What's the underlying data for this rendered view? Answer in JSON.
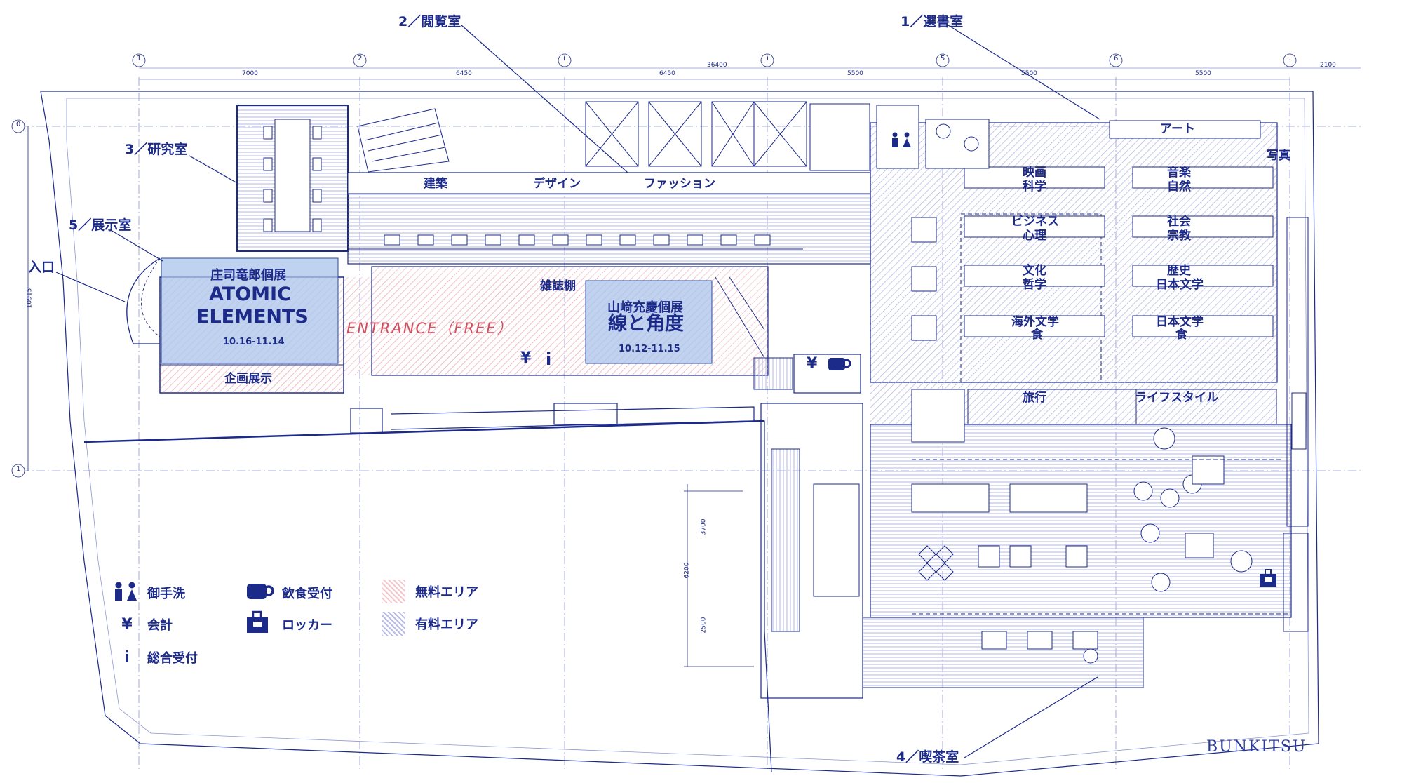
{
  "rooms": {
    "r1": "1／選書室",
    "r2": "2／閲覧室",
    "r3": "3／研究室",
    "r4": "4／喫茶室",
    "r5": "5／展示室",
    "entrance": "入口"
  },
  "shelves": {
    "kenchiku": "建築",
    "design": "デザイン",
    "fashion": "ファッション",
    "art": "アート",
    "photo": "写真",
    "eiga": "映画",
    "kagaku": "科学",
    "ongaku": "音楽",
    "shizen": "自然",
    "business": "ビジネス",
    "shinri": "心理",
    "shakai": "社会",
    "shukyo": "宗教",
    "bunka": "文化",
    "tetsugaku": "哲学",
    "rekishi": "歴史",
    "nihon_bungaku_1": "日本文学",
    "kaigai": "海外文学",
    "shoku_1": "食",
    "nihon_bungaku_2": "日本文学",
    "shoku_2": "食",
    "ryoko": "旅行",
    "lifestyle": "ライフスタイル",
    "zasshi": "雑誌棚",
    "kikaku": "企画展示"
  },
  "exhibition_left": {
    "title": "庄司竜郎個展",
    "line1": "ATOMIC",
    "line2": "ELEMENTS",
    "dates": "10.16-11.14"
  },
  "exhibition_right": {
    "title": "山﨑充慶個展",
    "name": "線と角度",
    "dates": "10.12-11.15"
  },
  "entrance_free": "ENTRANCE（FREE）",
  "counter_symbols": {
    "yen": "¥",
    "info": "i"
  },
  "grid_numbers": [
    "1",
    "2",
    "(",
    ")",
    "5",
    "6",
    "."
  ],
  "row_markers": [
    "0",
    "1"
  ],
  "dims": {
    "total": "36400",
    "spans": [
      "7000",
      "6450",
      "6450",
      "5500",
      "5500",
      "5500",
      "2100"
    ],
    "vertical": [
      "10915",
      "3700",
      "6200",
      "2500"
    ]
  },
  "legend": {
    "toilet": "御手洗",
    "food": "飲食受付",
    "free_area": "無料エリア",
    "cashier": "会計",
    "locker": "ロッカー",
    "paid_area": "有料エリア",
    "info": "総合受付"
  },
  "brand": "BUNKITSU",
  "colors": {
    "line": "#1c2a8a",
    "paid_hatch": "#b9bde8",
    "free_hatch": "#f4c8cc",
    "exhibit_fill": "#a9c3ea",
    "entrance_text": "#d05060"
  },
  "icons": [
    "toilet-icon",
    "cup-icon",
    "yen-icon",
    "info-icon",
    "locker-icon"
  ]
}
